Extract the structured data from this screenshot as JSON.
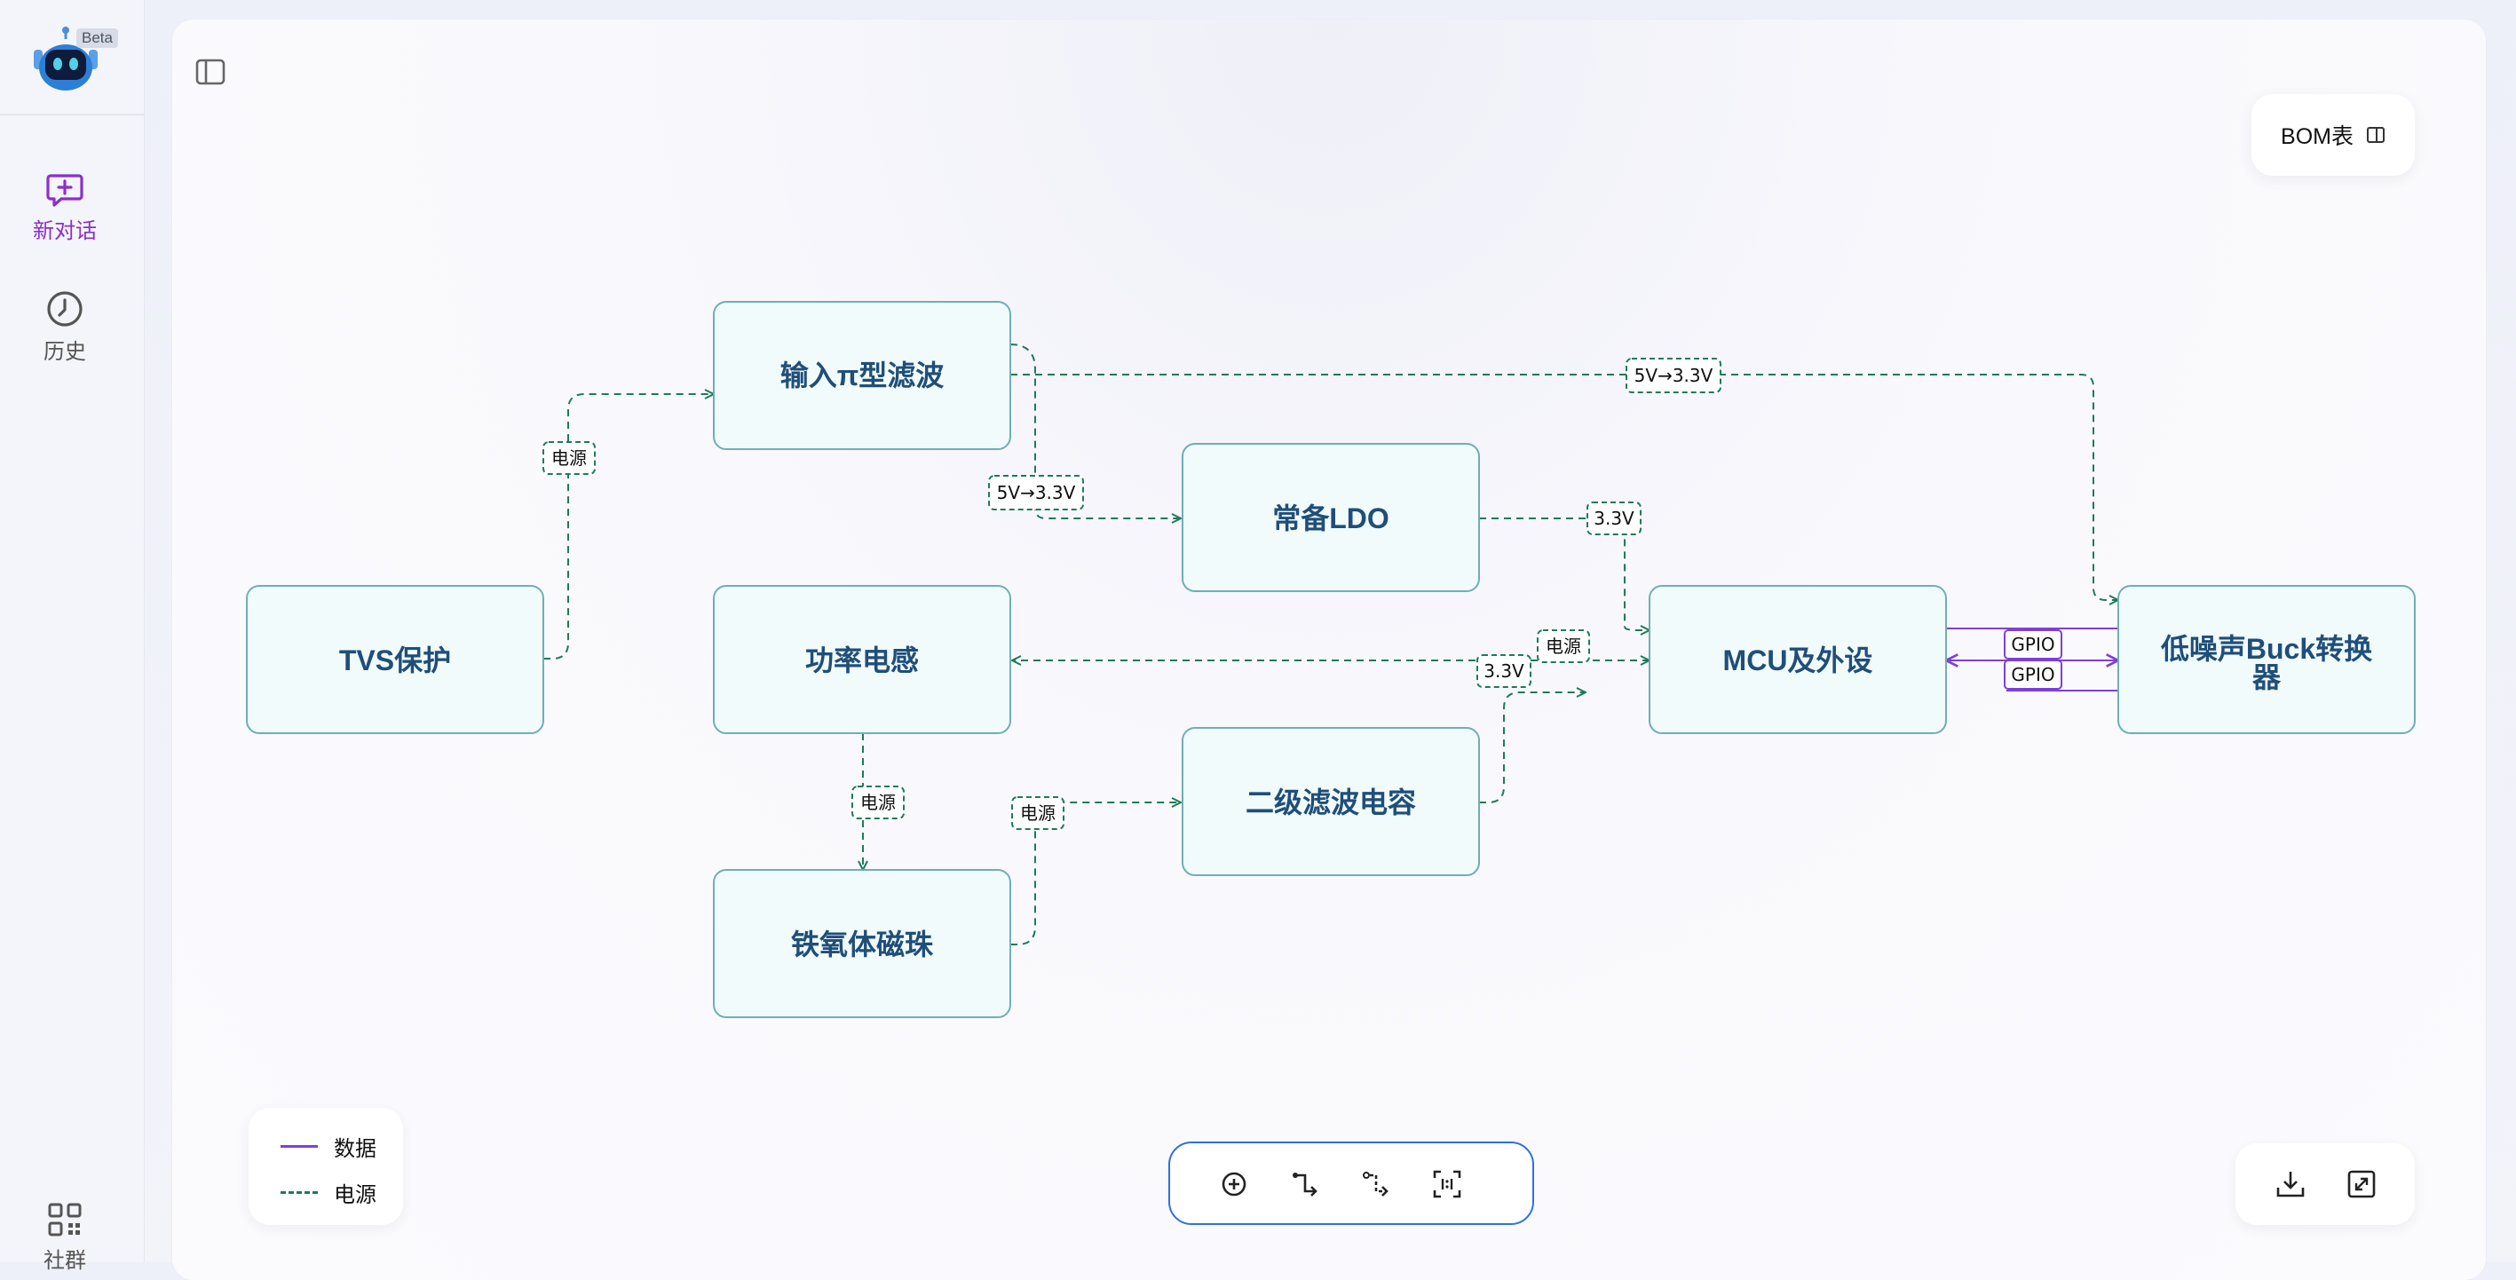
{
  "app": {
    "beta_badge": "Beta"
  },
  "sidebar": {
    "items": [
      {
        "label": "新对话",
        "icon": "new-chat-icon",
        "active": true
      },
      {
        "label": "历史",
        "icon": "clock-icon"
      },
      {
        "label": "社群",
        "icon": "qr-code-icon"
      }
    ]
  },
  "toolbar": {
    "bom_label": "BOM表"
  },
  "diagram": {
    "nodes": [
      {
        "id": "tvs",
        "label": "TVS保护"
      },
      {
        "id": "pi",
        "label": "输入π型滤波"
      },
      {
        "id": "ldo",
        "label": "常备LDO"
      },
      {
        "id": "inductor",
        "label": "功率电感"
      },
      {
        "id": "mcu",
        "label": "MCU及外设"
      },
      {
        "id": "buck_line1",
        "label": "低噪声Buck转换"
      },
      {
        "id": "buck_line2",
        "label": "器"
      },
      {
        "id": "cap",
        "label": "二级滤波电容"
      },
      {
        "id": "bead",
        "label": "铁氧体磁珠"
      }
    ],
    "edges": [
      {
        "from": "TVS保护",
        "to": "输入π型滤波",
        "type": "power",
        "label": "电源"
      },
      {
        "from": "输入π型滤波",
        "to": "常备LDO",
        "type": "power",
        "label": "5V→3.3V"
      },
      {
        "from": "输入π型滤波",
        "to": "低噪声Buck转换器",
        "type": "power",
        "label": "5V→3.3V"
      },
      {
        "from": "常备LDO",
        "to": "MCU及外设",
        "type": "power",
        "label": "3.3V"
      },
      {
        "from": "MCU及外设",
        "to": "功率电感",
        "type": "power",
        "label": "电源"
      },
      {
        "from": "二级滤波电容",
        "to": "MCU及外设",
        "type": "power",
        "label": "3.3V"
      },
      {
        "from": "功率电感",
        "to": "铁氧体磁珠",
        "type": "power",
        "label": "电源"
      },
      {
        "from": "铁氧体磁珠",
        "to": "二级滤波电容",
        "type": "power",
        "label": "电源"
      },
      {
        "from": "MCU及外设",
        "to": "低噪声Buck转换器",
        "type": "data",
        "label": "GPIO"
      },
      {
        "from": "低噪声Buck转换器",
        "to": "MCU及外设",
        "type": "data",
        "label": "GPIO"
      }
    ]
  },
  "legend": {
    "data_label": "数据",
    "power_label": "电源",
    "data_color": "#7e3fd9",
    "power_color": "#1f7a58"
  },
  "colors": {
    "accent": "#8b2fc9",
    "toolbar_border": "#2f6fe0",
    "node_text": "#1f4e79"
  }
}
